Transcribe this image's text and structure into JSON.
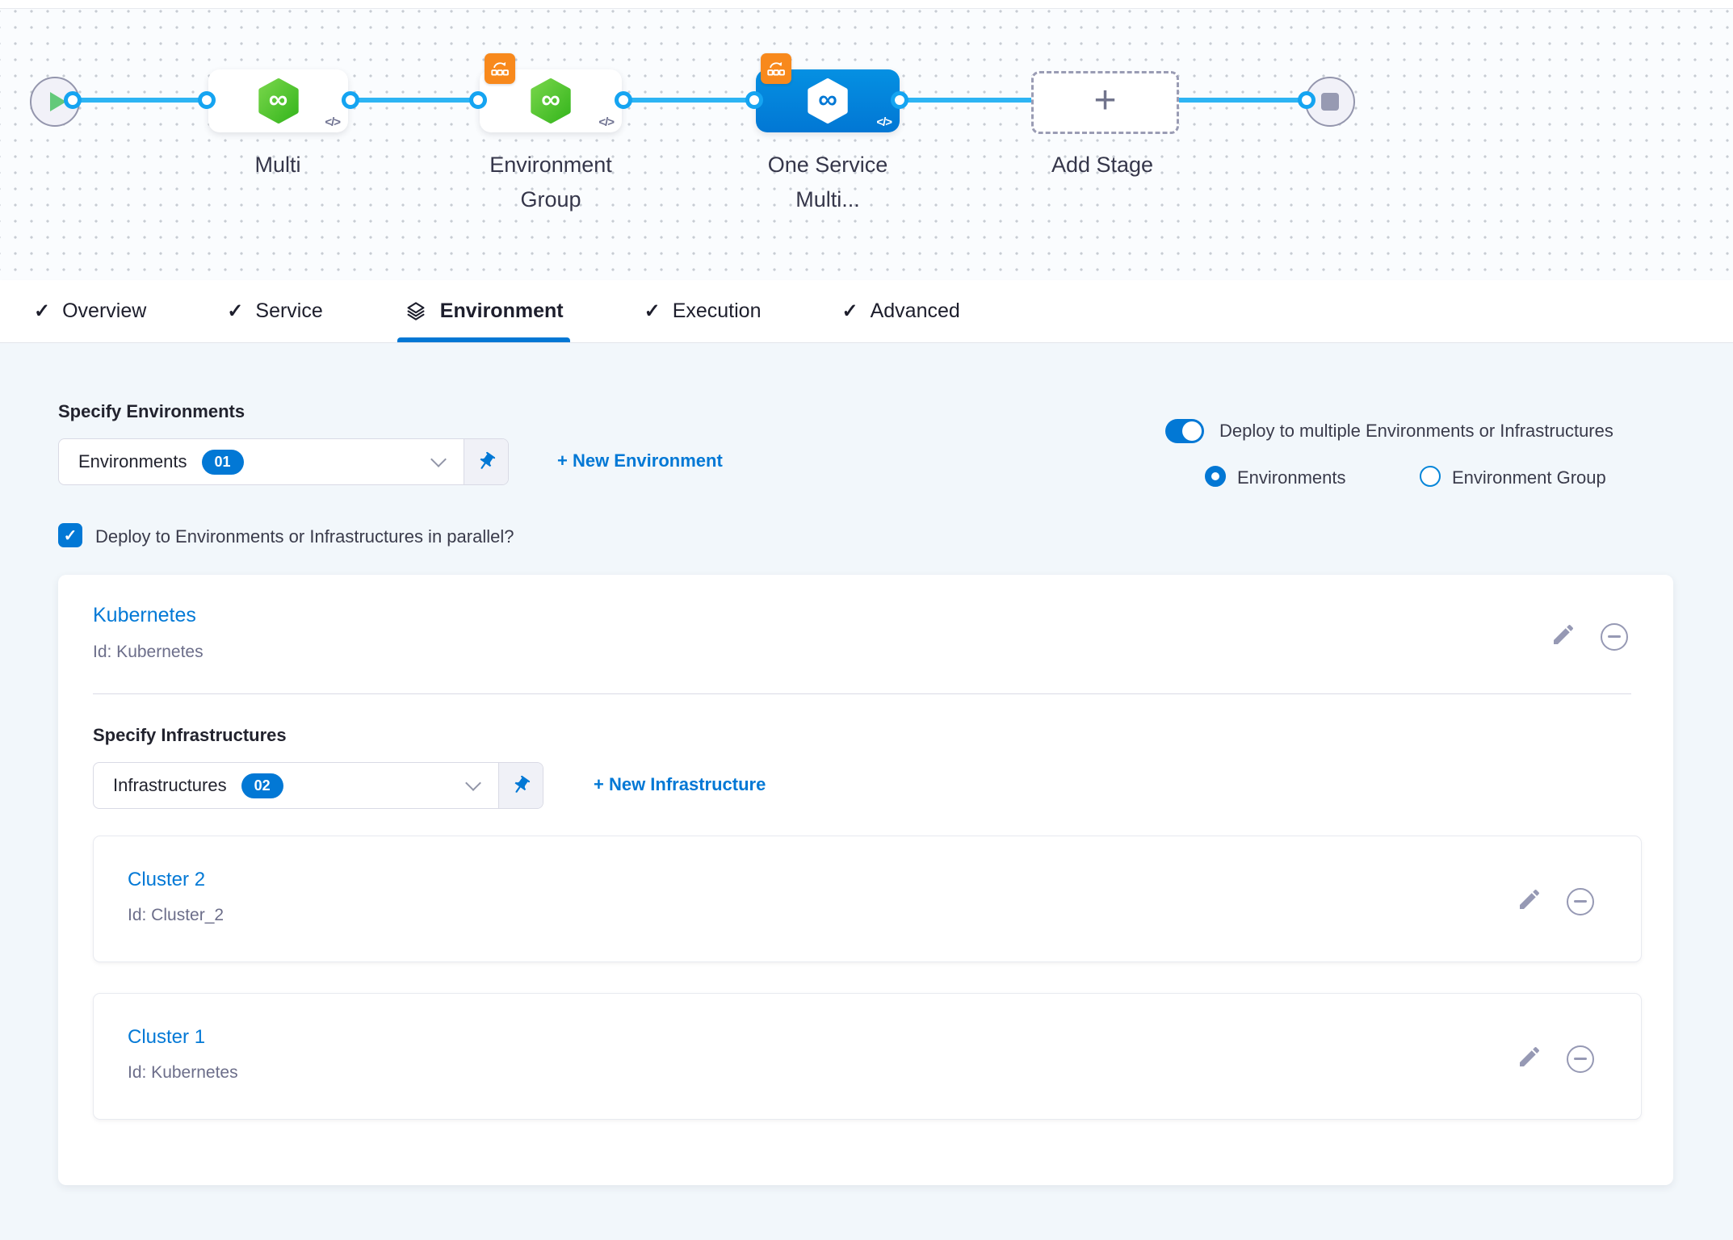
{
  "icons": {
    "check": "✓",
    "infinity": "∞",
    "code": "</>",
    "plus": "+"
  },
  "colors": {
    "accent": "#0278d5",
    "pipeline_line": "#2db4f4",
    "selected_node": "#0285dc",
    "logo_green": "#37b61e",
    "badge_orange": "#f8891c"
  },
  "pipeline": {
    "nodes": {
      "multi": "Multi",
      "env_group": "Environment Group",
      "one_service": "One Service Multi...",
      "add_stage": "Add Stage"
    }
  },
  "tabs": [
    {
      "label": "Overview"
    },
    {
      "label": "Service"
    },
    {
      "label": "Environment"
    },
    {
      "label": "Execution"
    },
    {
      "label": "Advanced"
    }
  ],
  "env": {
    "section_title": "Specify Environments",
    "dd_label": "Environments",
    "dd_count": "01",
    "new_env": "+ New Environment",
    "toggle": "Deploy to multiple Environments or Infrastructures",
    "radio1": "Environments",
    "radio2": "Environment Group",
    "parallel": "Deploy to Environments or Infrastructures in parallel?"
  },
  "card": {
    "title": "Kubernetes",
    "id": "Id: Kubernetes",
    "infra_title": "Specify Infrastructures",
    "dd_label": "Infrastructures",
    "dd_count": "02",
    "new_infra": "+ New Infrastructure",
    "clusters": [
      {
        "name": "Cluster 2",
        "id": "Id: Cluster_2"
      },
      {
        "name": "Cluster 1",
        "id": "Id: Kubernetes"
      }
    ]
  }
}
